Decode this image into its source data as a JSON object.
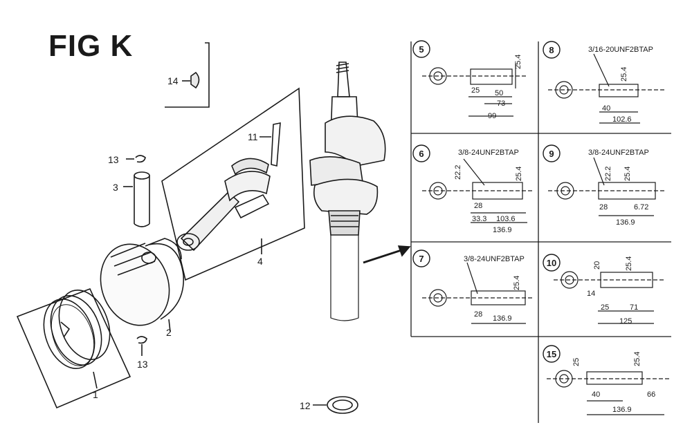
{
  "figure": {
    "title": "FIG K"
  },
  "callouts": {
    "piston_rings": "1",
    "piston": "2",
    "piston_pin": "3",
    "connecting_rod": "4",
    "rod_bolt": "11",
    "washer": "12",
    "clip_top": "13",
    "clip_bottom": "13",
    "key": "14"
  },
  "crankshaft_variants": [
    {
      "id": "5",
      "dims": [
        "25.4",
        "25",
        "50",
        "73",
        "99"
      ]
    },
    {
      "id": "8",
      "thread": "3/16-20UNF2BTAP",
      "dims": [
        "25.4",
        "40",
        "102.6"
      ]
    },
    {
      "id": "6",
      "thread": "3/8-24UNF2BTAP",
      "dims": [
        "22.2",
        "25.4",
        "28",
        "33.3",
        "103.6",
        "136.9"
      ]
    },
    {
      "id": "9",
      "thread": "3/8-24UNF2BTAP",
      "dims": [
        "22.2",
        "25.4",
        "28",
        "6.72",
        "136.9"
      ]
    },
    {
      "id": "7",
      "thread": "3/8-24UNF2BTAP",
      "dims": [
        "25.4",
        "28",
        "136.9"
      ]
    },
    {
      "id": "10",
      "dims": [
        "20",
        "25.4",
        "14",
        "25",
        "71",
        "125"
      ]
    },
    {
      "id": "15",
      "dims": [
        "25",
        "25.4",
        "40",
        "66",
        "136.9"
      ]
    }
  ],
  "colors": {
    "ink": "#1a1a1a",
    "paper": "#ffffff"
  }
}
